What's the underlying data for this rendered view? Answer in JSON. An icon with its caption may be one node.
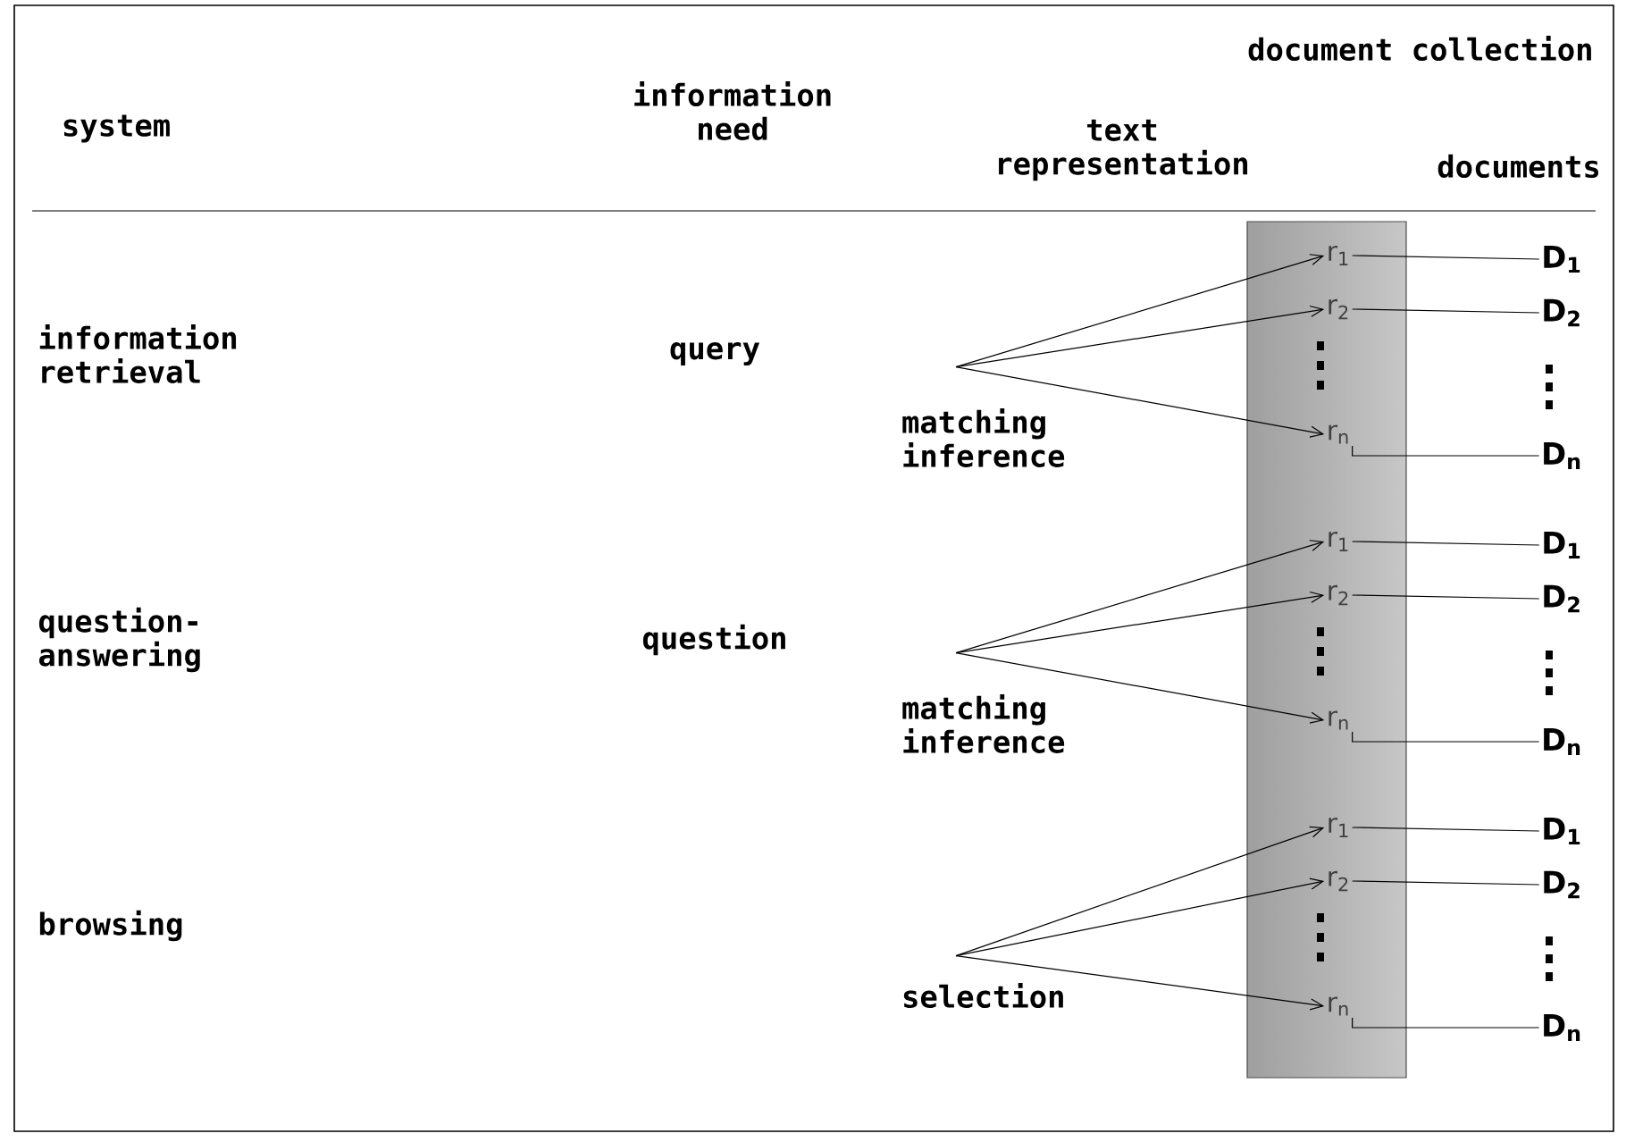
{
  "diagram": {
    "nodes": [
      {
        "text": [],
        "shape": "bar"
      },
      {
        "text": [
          "matching inference"
        ]
      },
      {
        "text": [
          "r$_{1}$"
        ],
        "in": 0
      },
      {
        "text": [
          "r$_{2}$"
        ],
        "in": 0
      },
      {
        "text": [
          "r$_{n}$"
        ],
        "in": 0
      },
      {
        "text": [
          "D$_{1}$"
        ]
      },
      {
        "text": [
          "D$_{2}$"
        ]
      },
      {
        "text": [
          "D$_{n}$"
        ]
      },
      {
        "text": [
          "matching inference"
        ]
      },
      {
        "text": [
          "r$_{1}$"
        ],
        "in": 0
      },
      {
        "text": [
          "r$_{2}$"
        ],
        "in": 0
      },
      {
        "text": [
          "r$_{n}$"
        ],
        "in": 0
      },
      {
        "text": [
          "D$_{1}$"
        ]
      },
      {
        "text": [
          "D$_{2}$"
        ]
      },
      {
        "text": [
          "D$_{n}$"
        ]
      },
      {
        "text": [
          "selection"
        ]
      },
      {
        "text": [
          "r$_{1}$"
        ],
        "in": 0
      },
      {
        "text": [
          "r$_{2}$"
        ],
        "in": 0
      },
      {
        "text": [
          "r$_{n}$"
        ],
        "in": 0
      },
      {
        "text": [
          "D$_{1}$"
        ]
      },
      {
        "text": [
          "D$_{2}$"
        ]
      },
      {
        "text": [
          "D$_{n}$"
        ]
      }
    ],
    "edges": [
      {
        "from": 1,
        "to": 2,
        "arrow": "to"
      },
      {
        "from": 1,
        "to": 3,
        "arrow": "to"
      },
      {
        "from": 1,
        "to": 4,
        "arrow": "to"
      },
      {
        "from": 2,
        "to": 5,
        "arrow": "none"
      },
      {
        "from": 3,
        "to": 6,
        "arrow": "none"
      },
      {
        "from": 4,
        "to": 7,
        "arrow": "none"
      },
      {
        "from": 8,
        "to": 9,
        "arrow": "to"
      },
      {
        "from": 8,
        "to": 10,
        "arrow": "to"
      },
      {
        "from": 8,
        "to": 11,
        "arrow": "to"
      },
      {
        "from": 9,
        "to": 12,
        "arrow": "none"
      },
      {
        "from": 10,
        "to": 13,
        "arrow": "none"
      },
      {
        "from": 11,
        "to": 14,
        "arrow": "none"
      },
      {
        "from": 15,
        "to": 16,
        "arrow": "to"
      },
      {
        "from": 15,
        "to": 17,
        "arrow": "to"
      },
      {
        "from": 15,
        "to": 18,
        "arrow": "to"
      },
      {
        "from": 16,
        "to": 19,
        "arrow": "none"
      },
      {
        "from": 17,
        "to": 20,
        "arrow": "none"
      },
      {
        "from": 18,
        "to": 21,
        "arrow": "none"
      }
    ],
    "labels": [
      "document collection",
      "system",
      "information need",
      "text representation",
      "documents",
      "information retrieval",
      "query",
      "question-answering",
      "question",
      "browsing"
    ]
  }
}
